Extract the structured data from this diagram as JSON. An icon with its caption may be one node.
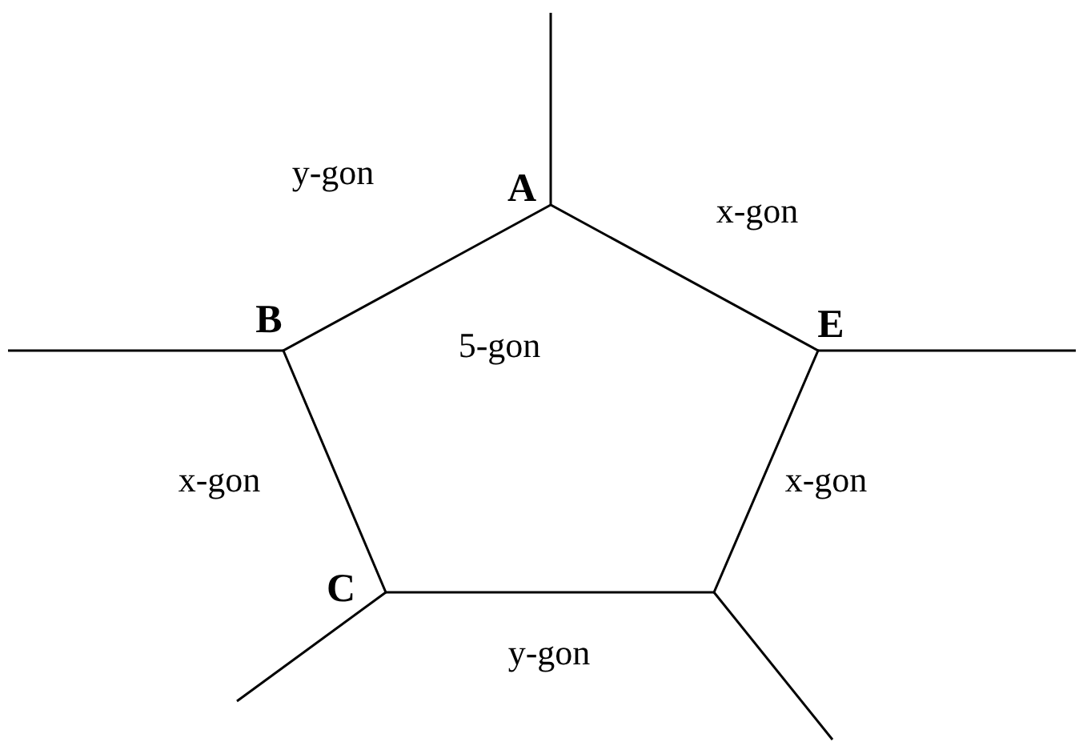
{
  "diagram": {
    "labels": [
      "y-gon",
      "A",
      "x-gon",
      "B",
      "5-gon",
      "E",
      "x-gon",
      "x-gon",
      "C",
      "y-gon"
    ]
  }
}
